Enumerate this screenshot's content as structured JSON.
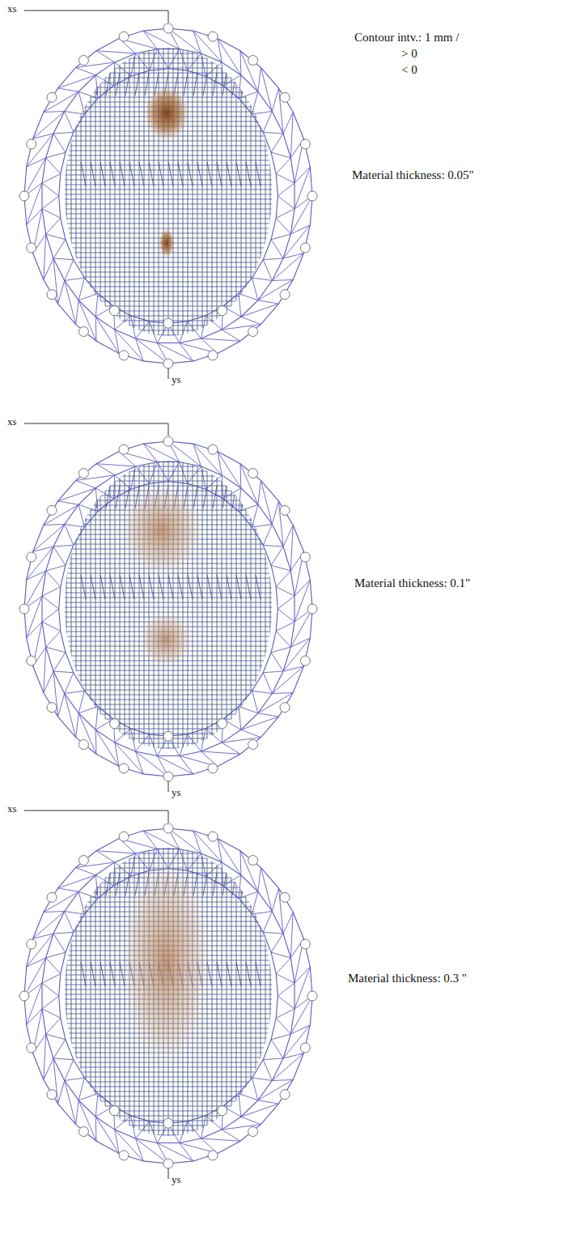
{
  "diagram": {
    "labels": [
      "xs",
      "Contour intv.: 1 mm /",
      "> 0",
      "< 0",
      "Material thickness: 0.05\"",
      "ys",
      "xs",
      "Material thickness: 0.1\"",
      "ys",
      "xs",
      "Material thickness: 0.3 \"",
      "ys"
    ]
  }
}
